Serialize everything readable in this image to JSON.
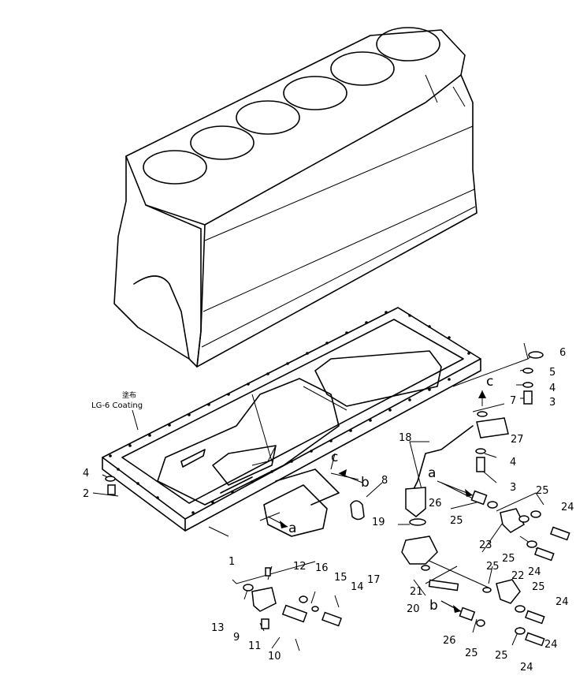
{
  "callouts": {
    "c1": "1",
    "c2": "2",
    "c3a": "3",
    "c3b": "3",
    "c4a": "4",
    "c4b": "4",
    "c4c": "4",
    "c5": "5",
    "c6": "6",
    "c7": "7",
    "c8": "8",
    "c9": "9",
    "c10": "10",
    "c11": "11",
    "c12": "12",
    "c13": "13",
    "c14": "14",
    "c15": "15",
    "c16": "16",
    "c17": "17",
    "c18": "18",
    "c19": "19",
    "c20": "20",
    "c21": "21",
    "c22": "22",
    "c23": "23",
    "c24a": "24",
    "c24b": "24",
    "c24c": "24",
    "c24d": "24",
    "c24e": "24",
    "c25a": "25",
    "c25b": "25",
    "c25c": "25",
    "c25d": "25",
    "c25e": "25",
    "c25f": "25",
    "c25g": "25",
    "c26a": "26",
    "c26b": "26",
    "c27": "27"
  },
  "view_letters": {
    "a_top": "a",
    "a_bottom": "a",
    "b_top": "b",
    "b_bottom": "b",
    "c_top": "c",
    "c_mid": "c"
  },
  "coating": {
    "japanese": "塗布",
    "text": "LG-6 Coating"
  }
}
